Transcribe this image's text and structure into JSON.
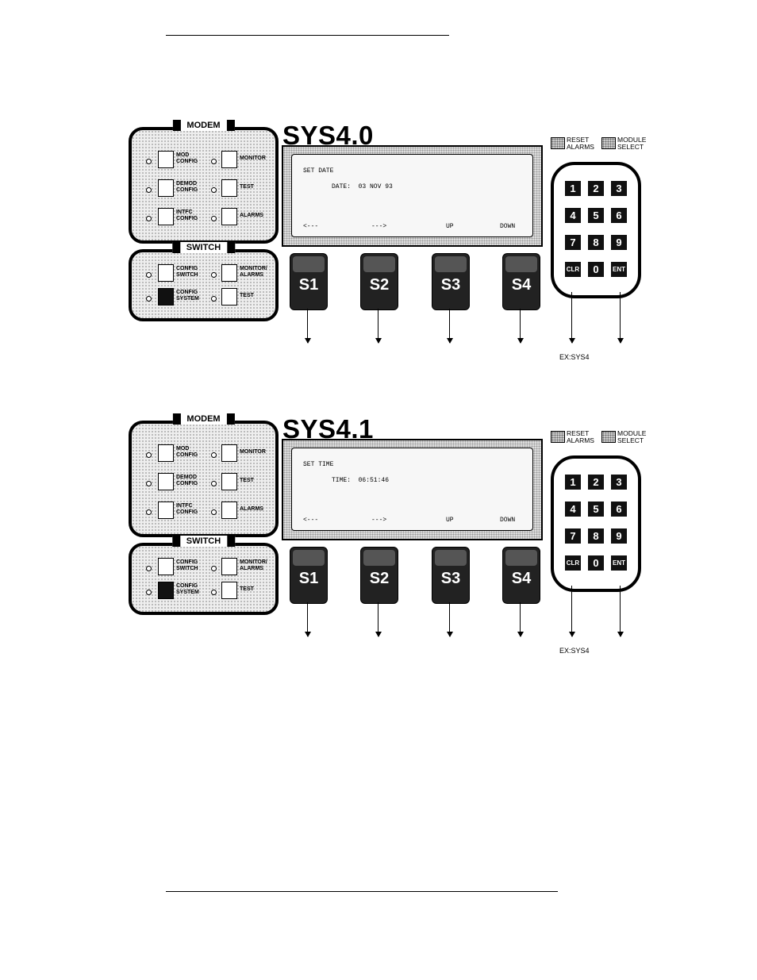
{
  "panels": [
    {
      "title": "SYS4.0",
      "modem_label": "MODEM",
      "switch_label": "SWITCH",
      "modem_keys": [
        "MOD\nCONFIG",
        "MONITOR",
        "DEMOD\nCONFIG",
        "TEST",
        "INTFC\nCONFIG",
        "ALARMS"
      ],
      "switch_keys": [
        "CONFIG\nSWITCH",
        "MONITOR/\nALARMS",
        "CONFIG\nSYSTEM",
        "TEST"
      ],
      "lcd": {
        "line1": "SET DATE",
        "line2": "DATE:  03 NOV 93",
        "soft1": "<---",
        "soft2": "--->",
        "soft3": "UP",
        "soft4": "DOWN"
      },
      "softkeys": [
        "S1",
        "S2",
        "S3",
        "S4"
      ],
      "legend": {
        "reset": "RESET\nALARMS",
        "module": "MODULE\nSELECT"
      },
      "keypad": [
        "1",
        "2",
        "3",
        "4",
        "5",
        "6",
        "7",
        "8",
        "9",
        "CLR",
        "0",
        "ENT"
      ],
      "ex_label": "EX:SYS4"
    },
    {
      "title": "SYS4.1",
      "modem_label": "MODEM",
      "switch_label": "SWITCH",
      "modem_keys": [
        "MOD\nCONFIG",
        "MONITOR",
        "DEMOD\nCONFIG",
        "TEST",
        "INTFC\nCONFIG",
        "ALARMS"
      ],
      "switch_keys": [
        "CONFIG\nSWITCH",
        "MONITOR/\nALARMS",
        "CONFIG\nSYSTEM",
        "TEST"
      ],
      "lcd": {
        "line1": "SET TIME",
        "line2": "TIME:  06:51:46",
        "soft1": "<---",
        "soft2": "--->",
        "soft3": "UP",
        "soft4": "DOWN"
      },
      "softkeys": [
        "S1",
        "S2",
        "S3",
        "S4"
      ],
      "legend": {
        "reset": "RESET\nALARMS",
        "module": "MODULE\nSELECT"
      },
      "keypad": [
        "1",
        "2",
        "3",
        "4",
        "5",
        "6",
        "7",
        "8",
        "9",
        "CLR",
        "0",
        "ENT"
      ],
      "ex_label": "EX:SYS4"
    }
  ]
}
